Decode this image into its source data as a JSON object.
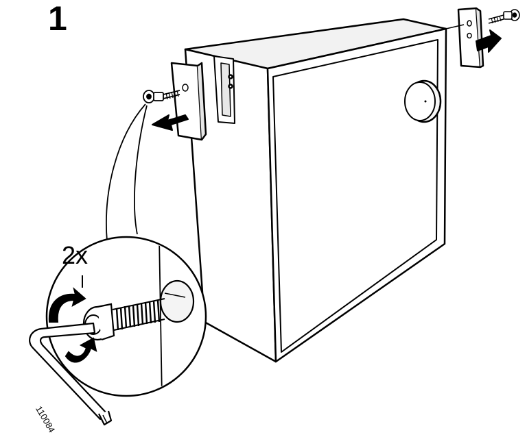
{
  "step": {
    "number": "1"
  },
  "detail": {
    "quantity": "2x"
  },
  "footer": {
    "article_number": "110084"
  },
  "colors": {
    "ink": "#000000",
    "paper": "#ffffff",
    "panel_gray": "#f2f2f2"
  },
  "icons": [
    "screw-icon",
    "allen-key-icon",
    "rotate-arrow-icon",
    "direction-arrow-icon"
  ]
}
